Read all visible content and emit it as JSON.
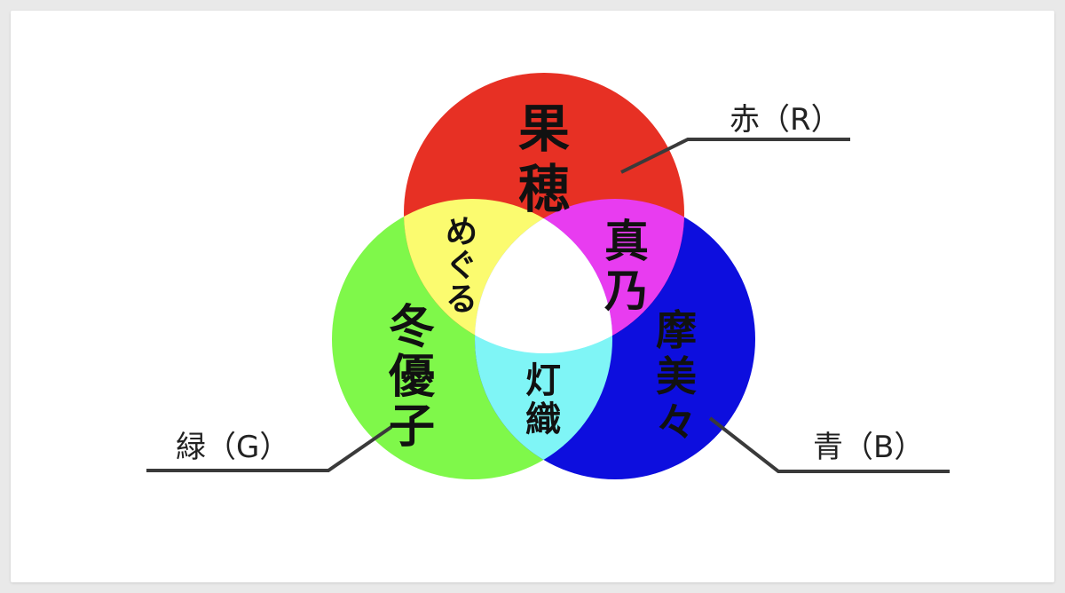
{
  "diagram": {
    "sets": [
      {
        "key": "red",
        "label": "赤（R）",
        "color": "#e73024"
      },
      {
        "key": "green",
        "label": "緑（G）",
        "color": "#7ff84a"
      },
      {
        "key": "blue",
        "label": "青（B）",
        "color": "#0d0ede"
      }
    ],
    "regions": {
      "red_only": {
        "text": "果穂"
      },
      "green_only": {
        "text": "冬優子"
      },
      "blue_only": {
        "text": "摩美々"
      },
      "red_green": {
        "text": "めぐる",
        "color": "#fbfb6f"
      },
      "red_blue": {
        "text": "真乃",
        "color": "#e83cf0"
      },
      "green_blue": {
        "text": "灯織",
        "color": "#7ff5f6"
      },
      "center": {
        "text": "",
        "color": "#ffffff"
      }
    }
  }
}
